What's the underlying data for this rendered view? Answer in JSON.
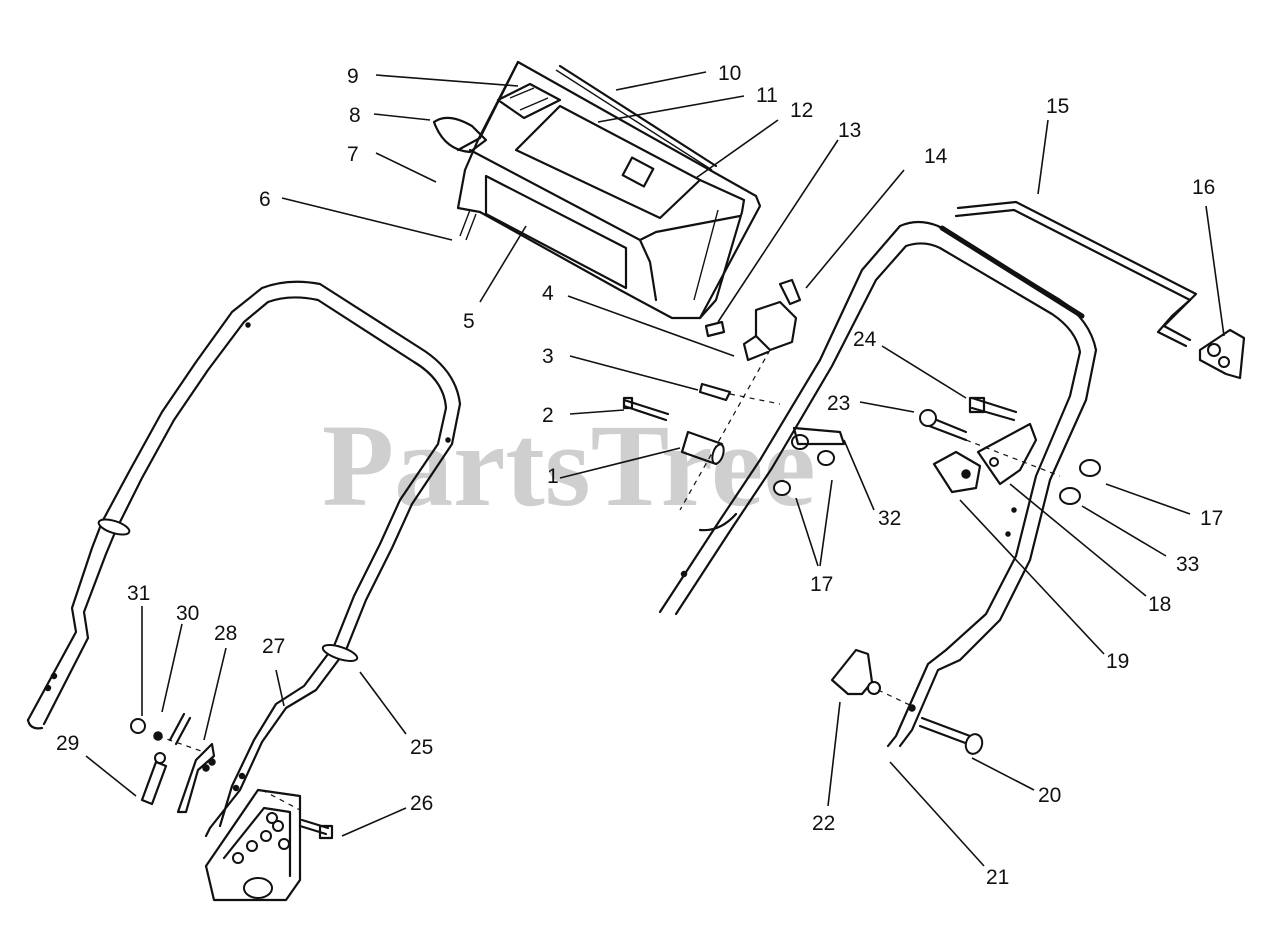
{
  "watermark": "PartsTree",
  "callouts": {
    "c1": "1",
    "c2": "2",
    "c3": "3",
    "c4": "4",
    "c5": "5",
    "c6": "6",
    "c7": "7",
    "c8": "8",
    "c9": "9",
    "c10": "10",
    "c11": "11",
    "c12": "12",
    "c13": "13",
    "c14": "14",
    "c15": "15",
    "c16": "16",
    "c17a": "17",
    "c17b": "17",
    "c18": "18",
    "c19": "19",
    "c20": "20",
    "c21": "21",
    "c22": "22",
    "c23": "23",
    "c24": "24",
    "c25": "25",
    "c26": "26",
    "c27": "27",
    "c28": "28",
    "c29": "29",
    "c30": "30",
    "c31": "31",
    "c32": "32",
    "c33": "33"
  }
}
